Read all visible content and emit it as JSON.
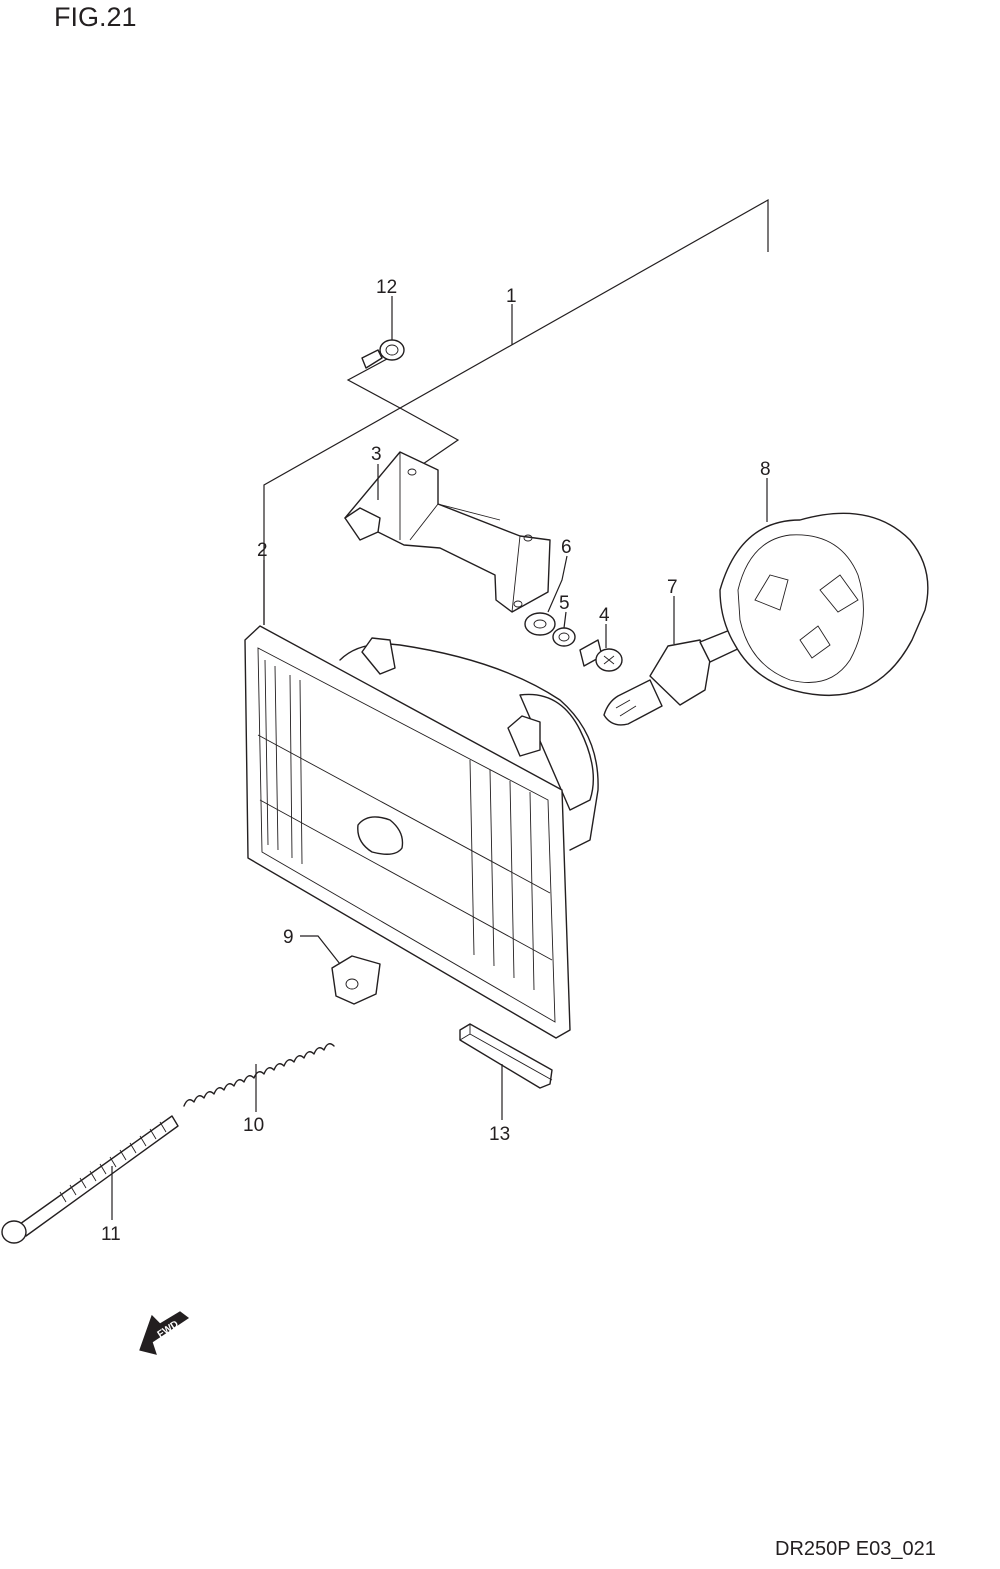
{
  "figure_title": "FIG.21",
  "drawing_ref": "DR250P E03_021",
  "fwd_label": "FWD",
  "callouts": [
    "1",
    "2",
    "3",
    "4",
    "5",
    "6",
    "7",
    "8",
    "9",
    "10",
    "11",
    "12",
    "13"
  ]
}
